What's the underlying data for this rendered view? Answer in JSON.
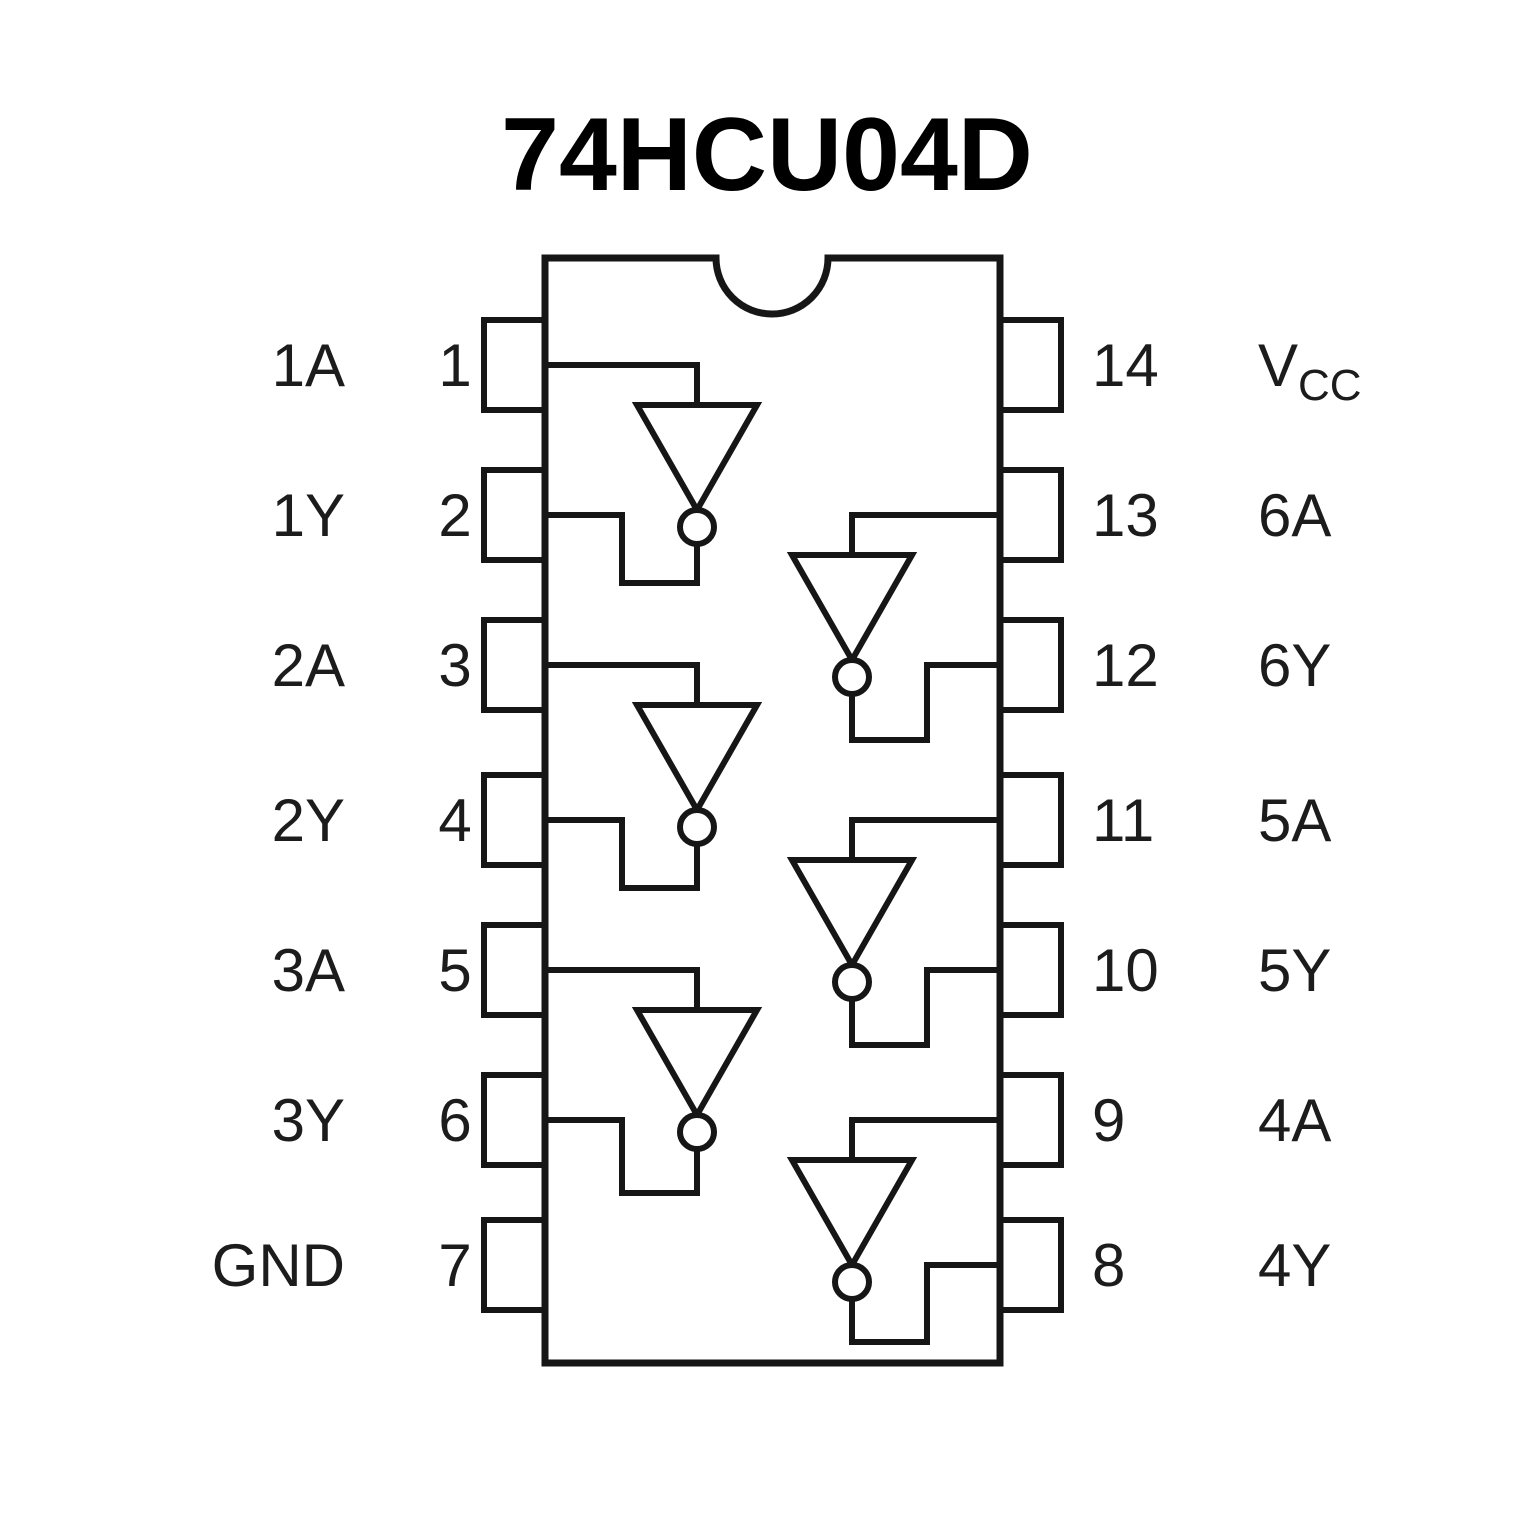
{
  "title": "74HCU04D",
  "chip": {
    "background": "#ffffff",
    "line_color": "#161616",
    "inverter_count": 6,
    "left_pins": [
      {
        "label": "1A",
        "number": "1"
      },
      {
        "label": "1Y",
        "number": "2"
      },
      {
        "label": "2A",
        "number": "3"
      },
      {
        "label": "2Y",
        "number": "4"
      },
      {
        "label": "3A",
        "number": "5"
      },
      {
        "label": "3Y",
        "number": "6"
      },
      {
        "label": "GND",
        "number": "7"
      }
    ],
    "right_pins": [
      {
        "number": "14",
        "label": "V",
        "label_sub": "CC"
      },
      {
        "number": "13",
        "label": "6A"
      },
      {
        "number": "12",
        "label": "6Y"
      },
      {
        "number": "11",
        "label": "5A"
      },
      {
        "number": "10",
        "label": "5Y"
      },
      {
        "number": "9",
        "label": "4A"
      },
      {
        "number": "8",
        "label": "4Y"
      }
    ]
  }
}
